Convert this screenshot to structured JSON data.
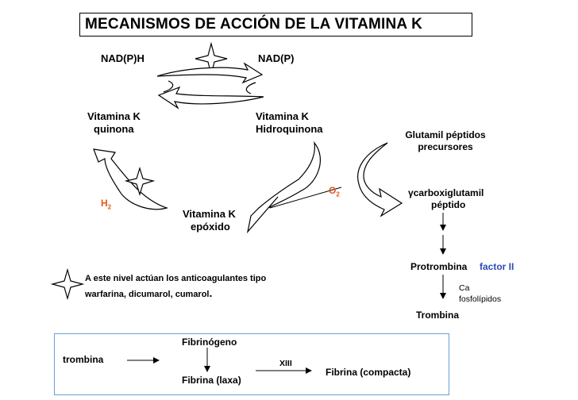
{
  "title": "MECANISMOS DE ACCIÓN DE LA VITAMINA K",
  "cycle": {
    "nadph": "NAD(P)H",
    "nadp": "NAD(P)",
    "quinona_line1": "Vitamina K",
    "quinona_line2": "quinona",
    "hidro_line1": "Vitamina K",
    "hidro_line2": "Hidroquinona",
    "epox_line1": "Vitamina K",
    "epox_line2": "epóxido",
    "h2_base": "H",
    "h2_sub": "2",
    "o2_base": "O",
    "o2_sub": "2"
  },
  "carboxylation": {
    "precursor_line1": "Glutamil péptidos",
    "precursor_line2": "precursores",
    "gamma_symbol": "γ",
    "product_line1": "carboxiglutamil",
    "product_line2": "péptido",
    "protrombina": "Protrombina",
    "factor": "factor II",
    "cofactor_line1": "Ca",
    "cofactor_line2": "fosfolípidos",
    "trombina": "Trombina"
  },
  "legend": {
    "line1": "A este nivel actúan los anticoagulantes tipo",
    "line2": "warfarina, dicumarol, cumarol",
    "period": "."
  },
  "cascade": {
    "fibrinogeno": "Fibrinógeno",
    "trombina": "trombina",
    "fibrina_laxa": "Fibrina  (laxa)",
    "factor": "XIII",
    "fibrina_compacta": "Fibrina  (compacta)"
  },
  "colors": {
    "orange": "#e05a1a",
    "blue": "#2b4bb8",
    "cascade_border": "#6aa0d8"
  },
  "icons": [
    "four-point-star-icon"
  ]
}
